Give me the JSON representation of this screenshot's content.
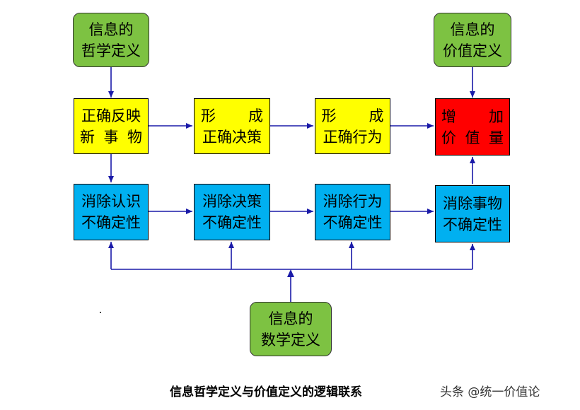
{
  "top_left": {
    "line1": "信息的",
    "line2": "哲学定义"
  },
  "top_right": {
    "line1": "信息的",
    "line2": "价值定义"
  },
  "bottom_center": {
    "line1": "信息的",
    "line2": "数学定义"
  },
  "row1": [
    {
      "line1": "正确反映",
      "line2": [
        "新",
        "事",
        "物"
      ]
    },
    {
      "line1": [
        "形",
        "成"
      ],
      "line2": "正确决策"
    },
    {
      "line1": [
        "形",
        "成"
      ],
      "line2": "正确行为"
    },
    {
      "line1": [
        "增",
        "加"
      ],
      "line2": [
        "价",
        "值",
        "量"
      ]
    }
  ],
  "row2": [
    {
      "line1": "消除认识",
      "line2": "不确定性"
    },
    {
      "line1": "消除决策",
      "line2": "不确定性"
    },
    {
      "line1": "消除行为",
      "line2": "不确定性"
    },
    {
      "line1": "消除事物",
      "line2": "不确定性"
    }
  ],
  "caption": "信息哲学定义与价值定义的逻辑联系",
  "watermark": "头条 @统一价值论",
  "colors": {
    "green": "#7dc242",
    "yellow": "#ffff00",
    "red": "#ff0000",
    "blue": "#00b0f0",
    "arrow": "#1a1aa8"
  }
}
